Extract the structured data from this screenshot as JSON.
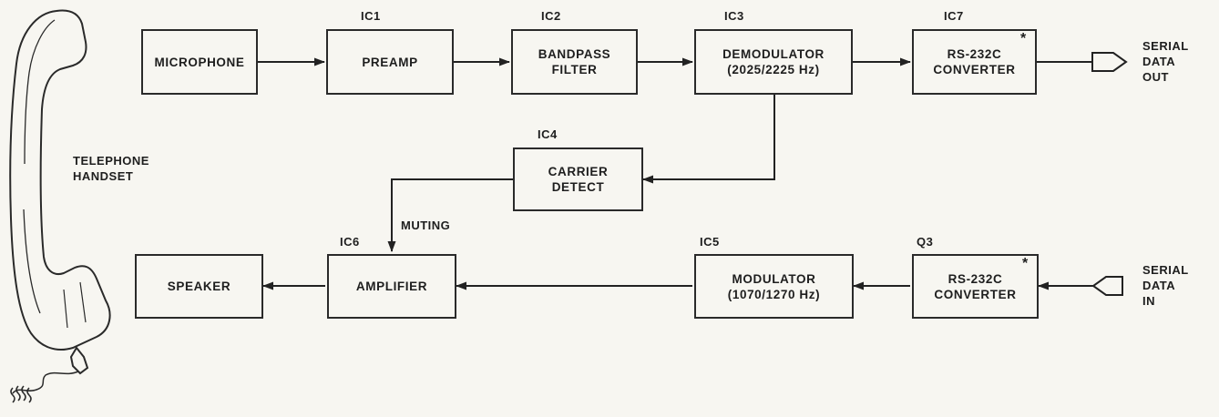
{
  "handset": {
    "label_line1": "TELEPHONE",
    "label_line2": "HANDSET"
  },
  "blocks": {
    "microphone": {
      "line1": "MICROPHONE"
    },
    "preamp": {
      "ic": "IC1",
      "line1": "PREAMP"
    },
    "bandpass": {
      "ic": "IC2",
      "line1": "BANDPASS",
      "line2": "FILTER"
    },
    "demodulator": {
      "ic": "IC3",
      "line1": "DEMODULATOR",
      "line2": "(2025/2225 Hz)"
    },
    "rs232_out": {
      "ic": "IC7",
      "line1": "RS-232C",
      "line2": "CONVERTER",
      "mark": "*"
    },
    "carrier": {
      "ic": "IC4",
      "line1": "CARRIER",
      "line2": "DETECT"
    },
    "speaker": {
      "line1": "SPEAKER"
    },
    "amplifier": {
      "ic": "IC6",
      "line1": "AMPLIFIER"
    },
    "modulator": {
      "ic": "IC5",
      "line1": "MODULATOR",
      "line2": "(1070/1270 Hz)"
    },
    "rs232_in": {
      "ic": "Q3",
      "line1": "RS-232C",
      "line2": "CONVERTER",
      "mark": "*"
    }
  },
  "muting_label": "MUTING",
  "serial_out": {
    "line1": "SERIAL",
    "line2": "DATA",
    "line3": "OUT"
  },
  "serial_in": {
    "line1": "SERIAL",
    "line2": "DATA",
    "line3": "IN"
  }
}
